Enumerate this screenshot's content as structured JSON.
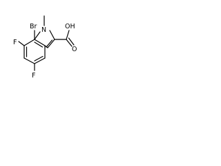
{
  "molecule": {
    "atom_labels": {
      "bromine": "Br",
      "fluorine_top": "F",
      "fluorine_bottom": "F",
      "nitrogen": "N",
      "hydroxyl": "OH",
      "carbonyl_oxygen": "O"
    }
  }
}
